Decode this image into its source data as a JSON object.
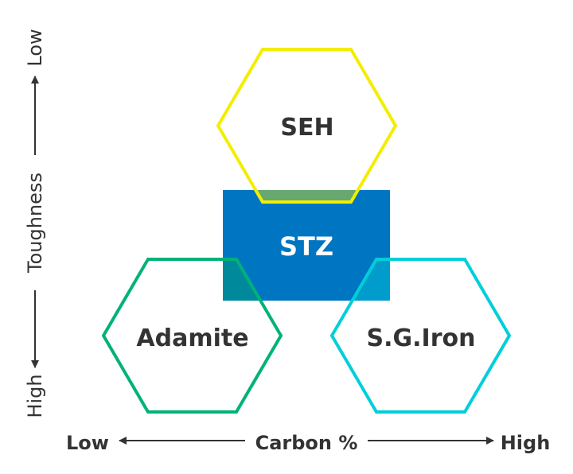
{
  "nodes": {
    "seh": {
      "label": "SEH",
      "color": "#f2ee00"
    },
    "stz": {
      "label": "STZ",
      "color": "#0075c2"
    },
    "adamite": {
      "label": "Adamite",
      "color": "#00b27a"
    },
    "sgiron": {
      "label": "S.G.Iron",
      "color": "#00cfd9"
    }
  },
  "overlap_colors": {
    "seh_stz": "#66a870",
    "adamite_stz": "#00899a",
    "sgiron_stz": "#009ccc"
  },
  "y_axis": {
    "title": "Toughness",
    "top": "Low",
    "bottom": "High"
  },
  "x_axis": {
    "title": "Carbon %",
    "left": "Low",
    "right": "High"
  }
}
